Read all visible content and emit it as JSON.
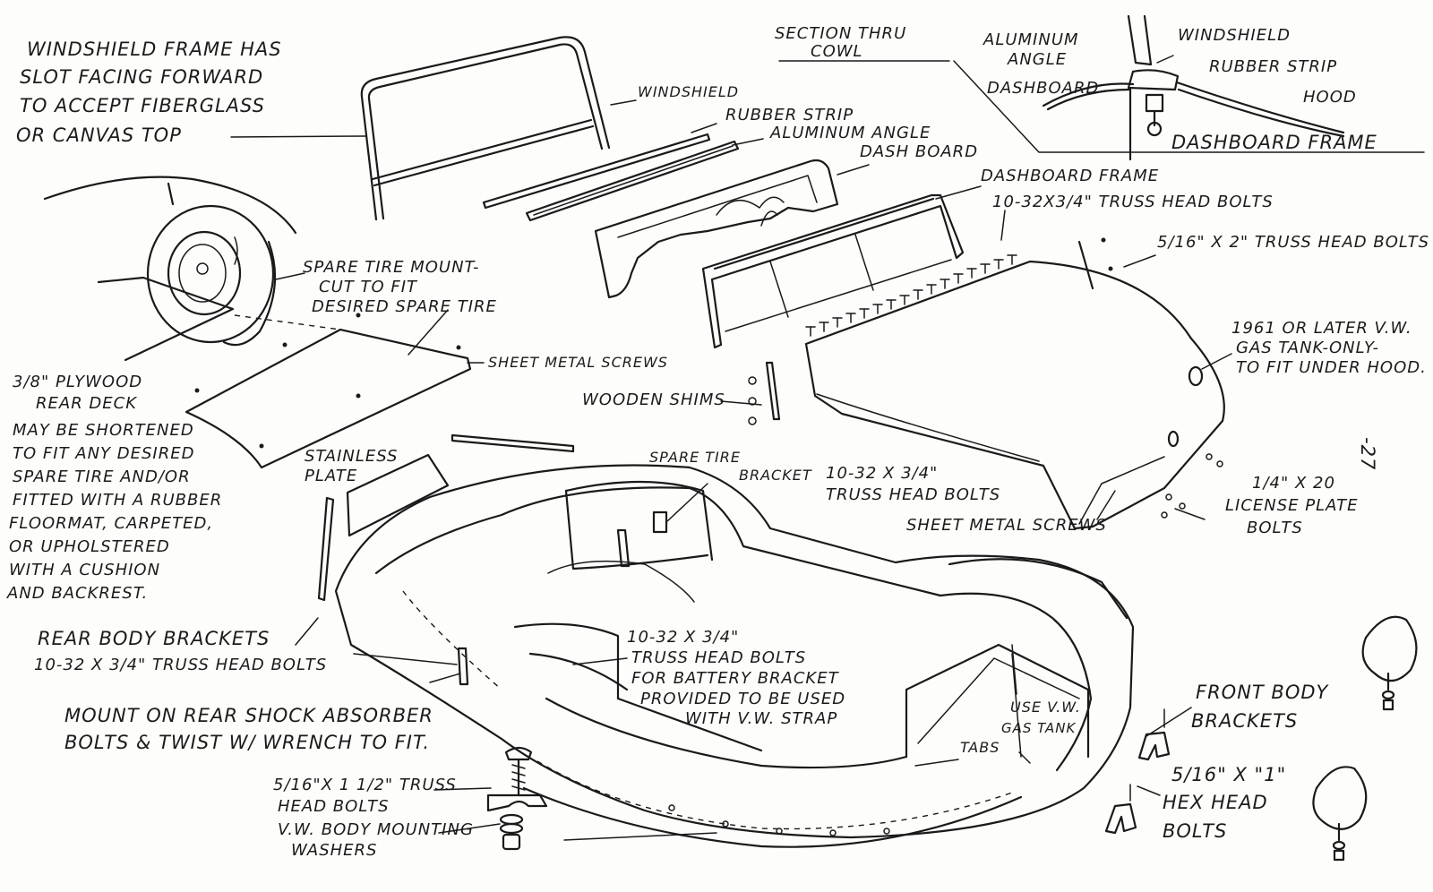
{
  "colors": {
    "ink": "#1a1a1a",
    "paper": "#fdfdfb"
  },
  "labels": {
    "windshield_note": [
      "WINDSHIELD FRAME HAS",
      "SLOT FACING FORWARD",
      "TO ACCEPT FIBERGLASS",
      "OR CANVAS TOP"
    ],
    "windshield": "WINDSHIELD",
    "rubber_strip": "RUBBER STRIP",
    "aluminum_angle": "ALUMINUM ANGLE",
    "dash_board": "DASH BOARD",
    "section_thru_cowl": [
      "SECTION THRU",
      "COWL"
    ],
    "inset_aluminum_angle": [
      "ALUMINUM",
      "ANGLE"
    ],
    "inset_dashboard": "DASHBOARD",
    "inset_windshield": "WINDSHIELD",
    "inset_rubber_strip": "RUBBER STRIP",
    "inset_hood": "HOOD",
    "inset_dashboard_frame": "DASHBOARD FRAME",
    "dashboard_frame": "DASHBOARD FRAME",
    "truss_bolts_top": "10-32X3/4\"  TRUSS HEAD BOLTS",
    "truss_bolts_516": "5/16\" X 2\" TRUSS HEAD BOLTS",
    "spare_tire_mount": [
      "SPARE TIRE MOUNT-",
      "CUT TO FIT",
      "DESIRED SPARE TIRE"
    ],
    "sheet_metal_screws_1": "SHEET METAL SCREWS",
    "gas_tank_note": [
      "1961 OR LATER V.W.",
      "GAS TANK-ONLY-",
      "TO FIT UNDER HOOD."
    ],
    "plywood_deck": [
      "3/8\" PLYWOOD",
      "REAR DECK",
      "MAY BE SHORTENED",
      "TO FIT ANY DESIRED",
      "SPARE TIRE AND/OR",
      "FITTED WITH A RUBBER",
      "FLOORMAT, CARPETED,",
      "OR UPHOLSTERED",
      "WITH A CUSHION",
      "AND BACKREST."
    ],
    "wooden_shims": "WOODEN SHIMS",
    "page_number": "-27",
    "stainless_plate": [
      "STAINLESS",
      "PLATE"
    ],
    "spare_tire_bracket": [
      "SPARE TIRE",
      "BRACKET"
    ],
    "truss_bolts_hood": [
      "10-32 X 3/4\"",
      "TRUSS HEAD BOLTS"
    ],
    "license_plate_bolts": [
      "1/4\" X 20",
      "LICENSE PLATE",
      "BOLTS"
    ],
    "sheet_metal_screws_2": "SHEET METAL SCREWS",
    "rear_body_brackets": [
      "REAR BODY BRACKETS",
      "10-32 X 3/4\" TRUSS HEAD BOLTS"
    ],
    "battery_bracket": [
      "10-32 X 3/4\"",
      "TRUSS HEAD BOLTS",
      "FOR BATTERY BRACKET",
      "PROVIDED TO BE USED",
      "WITH V.W. STRAP"
    ],
    "mount_rear_shock": [
      "MOUNT ON REAR SHOCK ABSORBER",
      "BOLTS & TWIST W/ WRENCH TO FIT."
    ],
    "use_vw_gas_tank": [
      "USE V.W.",
      "GAS TANK"
    ],
    "tabs": "TABS",
    "front_body_brackets": [
      "FRONT BODY",
      "BRACKETS"
    ],
    "truss_bolts_1_half": [
      "5/16\"X 1 1/2\" TRUSS",
      "HEAD BOLTS"
    ],
    "vw_washers": [
      "V.W. BODY MOUNTING",
      "WASHERS"
    ],
    "hex_head_bolts": [
      "5/16\" X \"1\"",
      "HEX HEAD",
      "BOLTS"
    ]
  }
}
